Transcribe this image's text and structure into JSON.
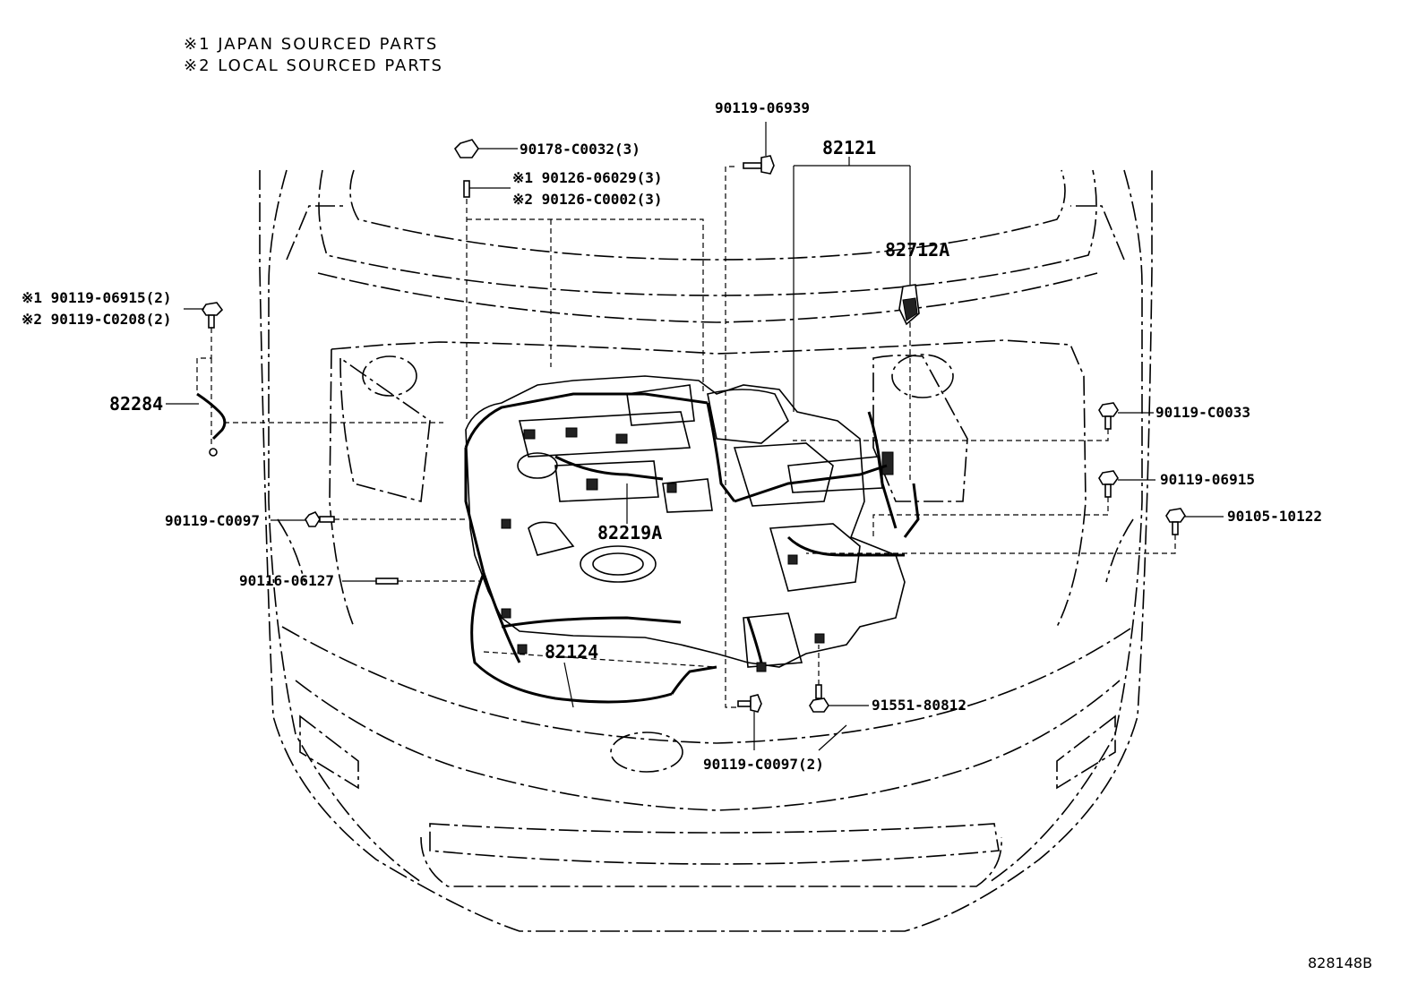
{
  "notes": [
    "※1 JAPAN SOURCED PARTS",
    "※2 LOCAL SOURCED PARTS"
  ],
  "labels": {
    "p90119_06939": "90119-06939",
    "p82121": "82121",
    "p90178_c0032": "90178-C0032(3)",
    "p90126_06029": "※1 90126-06029(3)",
    "p90126_c0002": "※2 90126-C0002(3)",
    "p82712a": "82712A",
    "p90119_06915_j": "※1 90119-06915(2)",
    "p90119_c0208": "※2 90119-C0208(2)",
    "p82284": "82284",
    "p90119_c0033": "90119-C0033",
    "p90119_06915": "90119-06915",
    "p90105_10122": "90105-10122",
    "p90119_c0097": "90119-C0097",
    "p82219a": "82219A",
    "p90116_06127": "90116-06127",
    "p82124": "82124",
    "p91551_80812": "91551-80812",
    "p90119_c0097_2": "90119-C0097(2)"
  },
  "figure_id": "828148B"
}
